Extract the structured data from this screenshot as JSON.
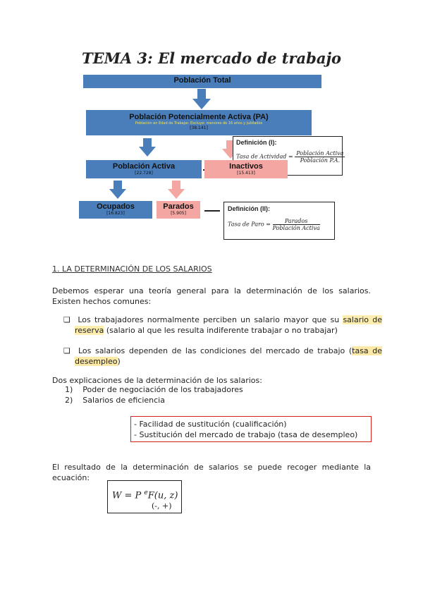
{
  "title": "TEMA 3: El mercado de trabajo",
  "diagram": {
    "poblacion_total": "Población Total",
    "pa": "Población Potencialmente Activa (PA)",
    "pa_sub": "Población en Edad de Trabajar. Excluye: menores de 16 años y jubilados",
    "pa_num": "[38.141]",
    "activa": "Población Activa",
    "activa_num": "[22.728]",
    "inactivos": "Inactivos",
    "inactivos_num": "[15.413]",
    "ocupados": "Ocupados",
    "ocupados_num": "[16.823]",
    "parados": "Parados",
    "parados_num": "[5.905]",
    "def1_label": "Definición (I):",
    "def1_lhs": "Tasa de Actividad =",
    "def1_num": "Población Activa",
    "def1_den": "Población P.A.",
    "def2_label": "Definición (II):",
    "def2_lhs": "Tasa de Paro =",
    "def2_num": "Parados",
    "def2_den": "Población Activa"
  },
  "section": {
    "heading": "1. LA DETERMINACIÓN DE LOS SALARIOS",
    "intro": "Debemos esperar una teoría general para la determinación de los salarios. Existen hechos comunes:",
    "b1_pre": "Los trabajadores normalmente perciben un salario mayor que su ",
    "b1_hl": "salario de reserva",
    "b1_post": " (salario al que les resulta indiferente trabajar o no trabajar)",
    "b2_pre": "Los salarios dependen de las condiciones del mercado de trabajo (",
    "b2_hl": "tasa de desempleo",
    "b2_post": ")",
    "dos": "Dos explicaciones de la determinación de los salarios:",
    "item1_num": "1)",
    "item1": "Poder de negociación de los trabajadores",
    "item2_num": "2)",
    "item2": "Salarios de eficiencia",
    "box_line1": "- Facilidad de sustitución (cualificación)",
    "box_line2": "- Sustitución del mercado de trabajo (tasa de desempleo)",
    "resultado": "El resultado de la determinación de salarios se puede recoger mediante la ecuación:",
    "eq_main": "W = P",
    "eq_sup": "e",
    "eq_f": "F(u, z)",
    "eq_signs": "(-, +)"
  },
  "colors": {
    "blue_box": "#4a7ebb",
    "pink_box": "#f4a6a2",
    "highlight": "#fdeeb0",
    "red_border": "#d9221f"
  }
}
